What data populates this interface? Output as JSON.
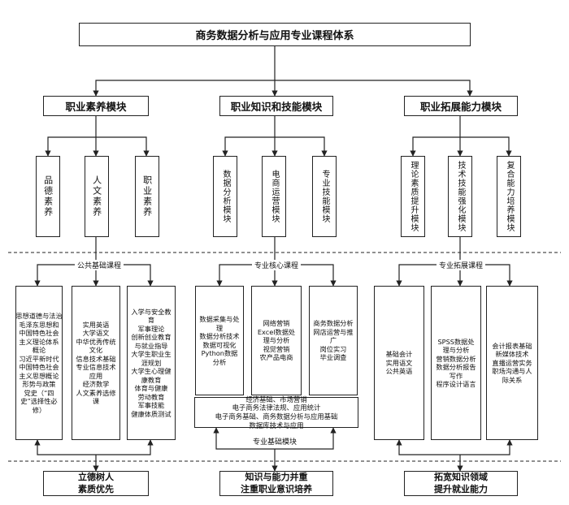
{
  "title": "商务数据分析与应用专业课程体系",
  "modules": [
    {
      "name": "职业素养模块",
      "sub": [
        "品德素养",
        "人文素养",
        "职业素养"
      ],
      "group_label": "公共基础课程",
      "courses": [
        [
          "思想道德与法治",
          "毛泽东思想和",
          "中国特色社会",
          "主义理论体系",
          "概论",
          "习近平新时代",
          "中国特色社会",
          "主义思想概论",
          "形势与政策",
          "党史（“四",
          "史”选择性必",
          "修）"
        ],
        [
          "实用英语",
          "大学语文",
          "中华优秀传统",
          "文化",
          "信息技术基础",
          "专业信息技术",
          "应用",
          "经济数学",
          "人文素养选修",
          "课"
        ],
        [
          "入学与安全教",
          "育",
          "军事理论",
          "创新创业教育",
          "与就业指导",
          "大学生职业生",
          "涯规划",
          "大学生心理健",
          "康教育",
          "体育与健康",
          "劳动教育",
          "军事技能",
          "健康体质测试"
        ]
      ],
      "goal": [
        "立德树人",
        "素质优先"
      ]
    },
    {
      "name": "职业知识和技能模块",
      "sub": [
        "数据分析模块",
        "电商运营模块",
        "专业技能模块"
      ],
      "group_label": "专业核心课程",
      "courses": [
        [
          "数据采集与处",
          "理",
          "数据分析技术",
          "数据可视化",
          "Python数据",
          "分析"
        ],
        [
          "网络营销",
          "Excel数据处",
          "理与分析",
          "视觉营销",
          "农产品电商"
        ],
        [
          "商务数据分析",
          "网店运营与推",
          "广",
          "岗位实习",
          "毕业调查"
        ]
      ],
      "basic_box": [
        "经济基础、市场营销",
        "电子商务法律法规、应用统计",
        "电子商务基础、商务数据分析与应用基础",
        "数据库技术与应用"
      ],
      "basic_label": "专业基础模块",
      "goal": [
        "知识与能力并重",
        "注重职业意识培养"
      ]
    },
    {
      "name": "职业拓展能力模块",
      "sub": [
        "理论素质提升模块",
        "技术技能强化模块",
        "复合能力培养模块"
      ],
      "group_label": "专业拓展课程",
      "courses": [
        [
          "基础会计",
          "实用语文",
          "公共英语"
        ],
        [
          "SPSS数据处",
          "理与分析",
          "营销数据分析",
          "数据分析报告",
          "写作",
          "程序设计语言"
        ],
        [
          "会计报表基础",
          "新媒体技术",
          "直播运营实务",
          "职场沟通与人",
          "际关系"
        ]
      ],
      "goal": [
        "拓宽知识领域",
        "提升就业能力"
      ]
    }
  ]
}
